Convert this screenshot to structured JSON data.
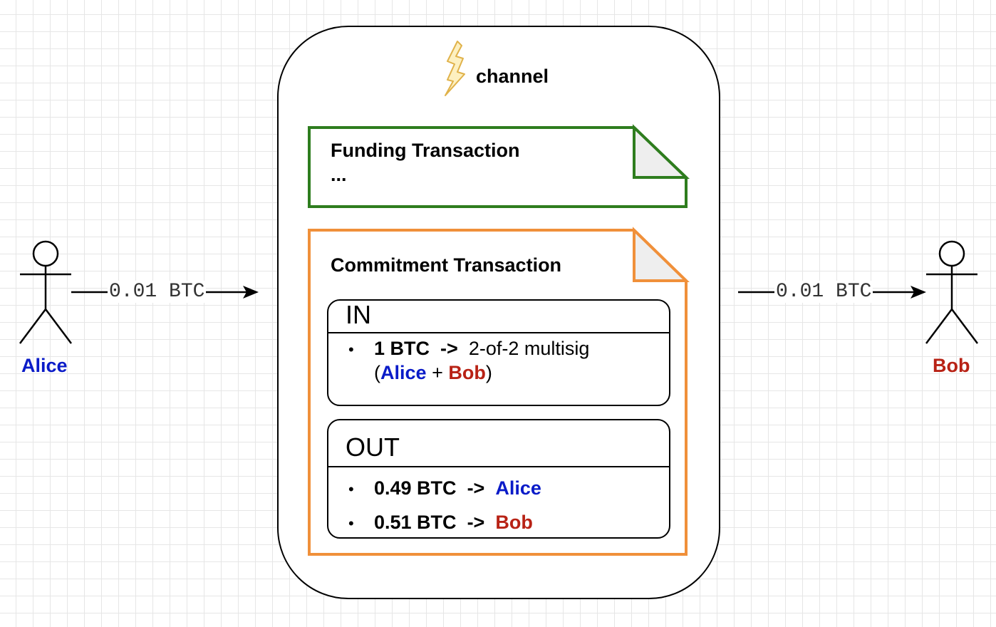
{
  "channel": {
    "title": "channel"
  },
  "funding": {
    "title": "Funding Transaction",
    "body": "..."
  },
  "commitment": {
    "title": "Commitment Transaction",
    "in": {
      "header": "IN",
      "amount": "1 BTC",
      "arrow": "->",
      "target": "2-of-2 multisig",
      "paren_open": "(",
      "alice": "Alice",
      "plus": "+",
      "bob": "Bob",
      "paren_close": ")"
    },
    "out": {
      "header": "OUT",
      "rows": [
        {
          "amount": "0.49 BTC",
          "arrow": "->",
          "to": "Alice"
        },
        {
          "amount": "0.51 BTC",
          "arrow": "->",
          "to": "Bob"
        }
      ]
    }
  },
  "actors": {
    "alice": "Alice",
    "bob": "Bob"
  },
  "flows": {
    "left_amount": "0.01 BTC",
    "right_amount": "0.01 BTC"
  },
  "colors": {
    "alice": "#0a1bc8",
    "bob": "#b82215",
    "funding_border": "#2e7d1e",
    "commitment_border": "#f0903a",
    "lightning_fill": "#fdf0c0",
    "lightning_stroke": "#e0b24a"
  }
}
